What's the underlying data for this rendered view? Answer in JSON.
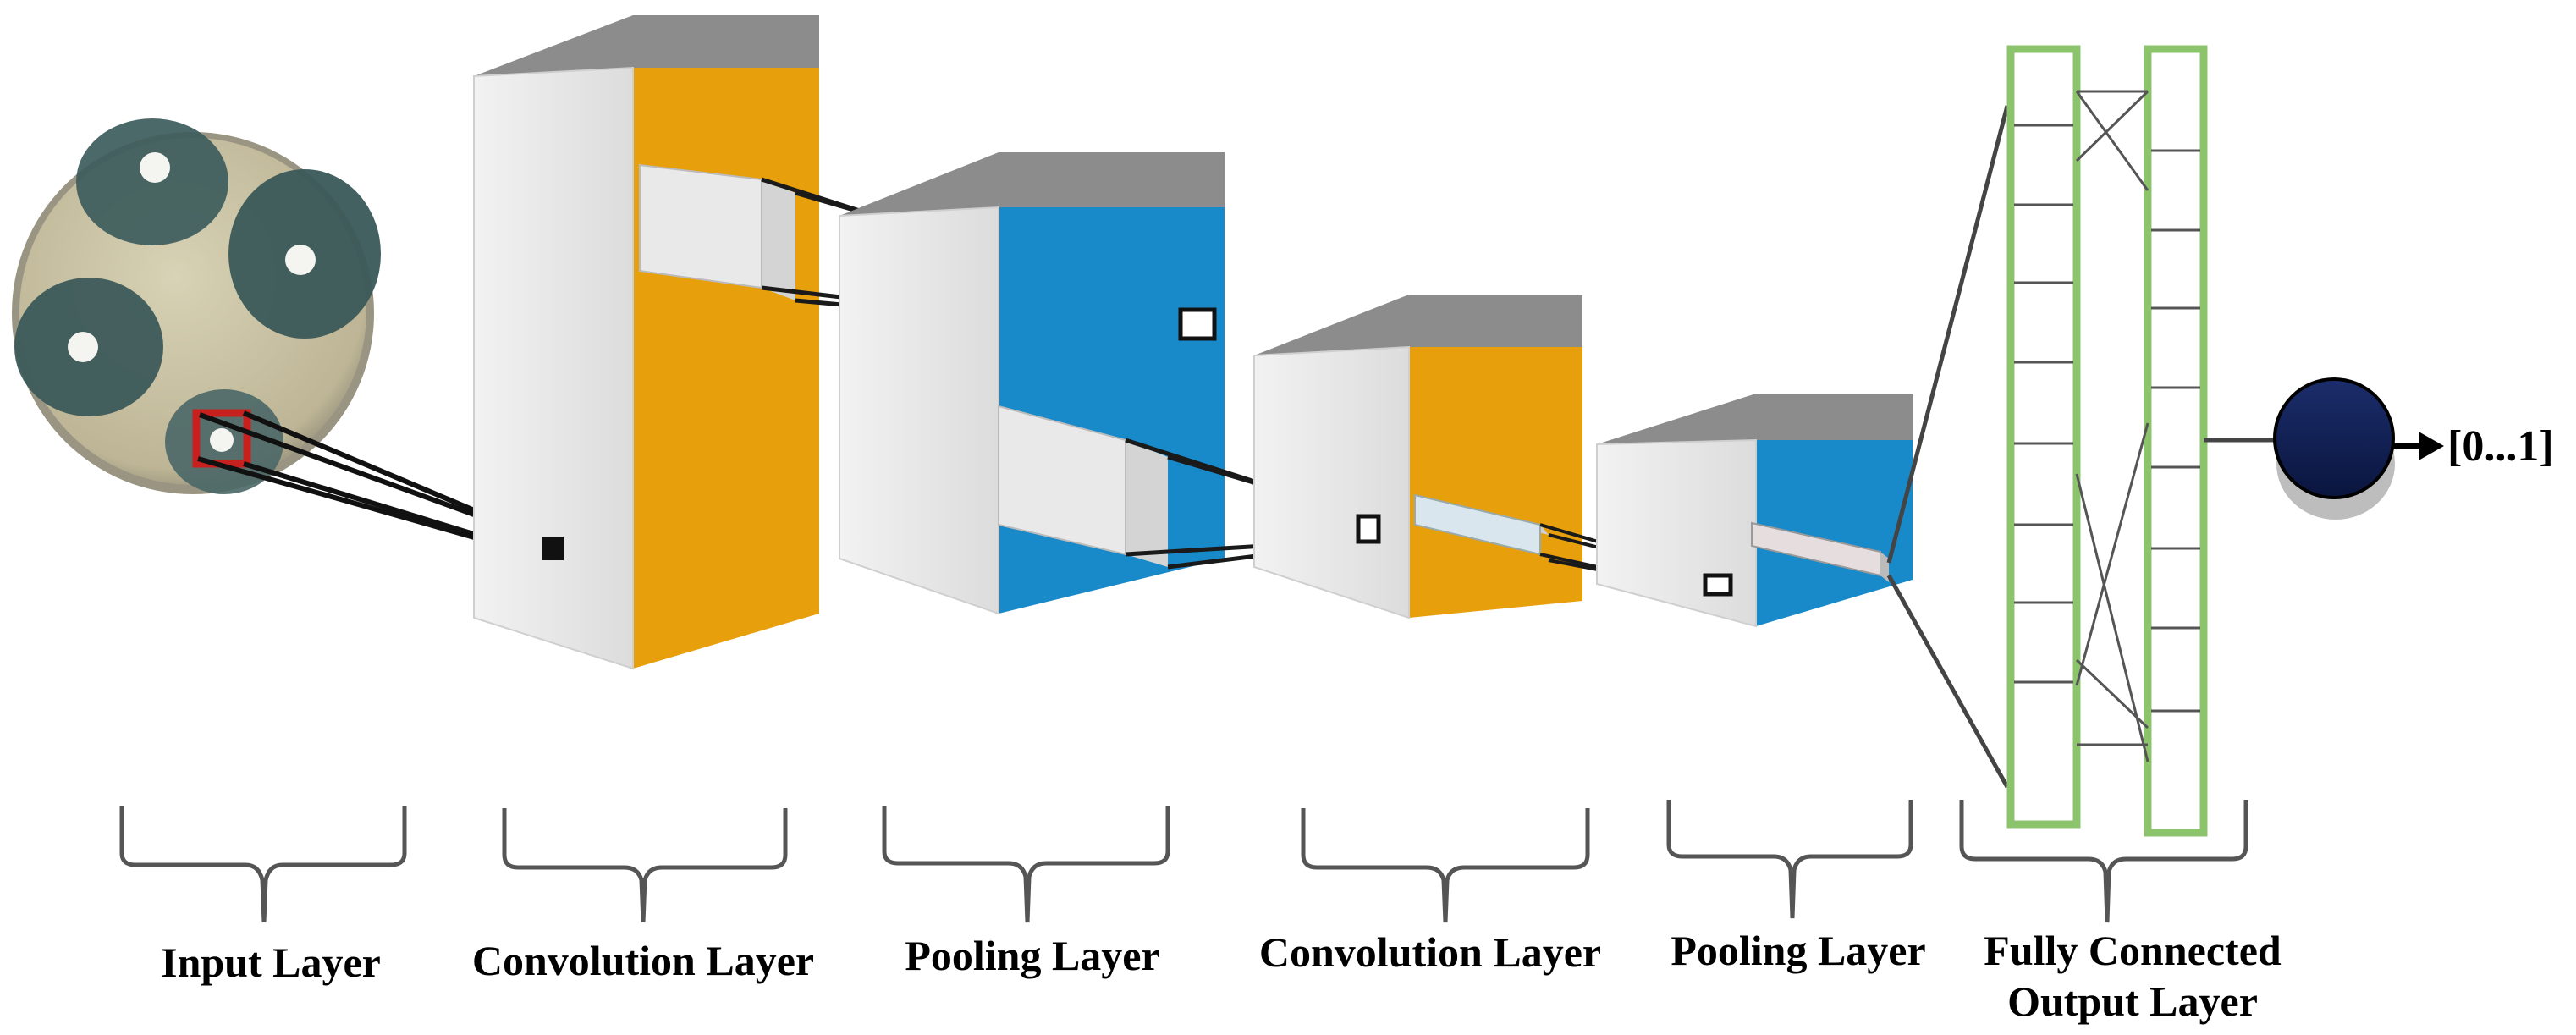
{
  "labels": {
    "input": "Input Layer",
    "conv1": "Convolution Layer",
    "pool1": "Pooling Layer",
    "conv2": "Convolution Layer",
    "pool2": "Pooling Layer",
    "fc_line1": "Fully Connected",
    "fc_line2": "Output Layer"
  },
  "output_range": "[0...1]",
  "colors": {
    "conv_side": "#e89f0c",
    "pool_side": "#1889c9",
    "block_front": "#e6e6e6",
    "block_top": "#8c8c8c",
    "fc_border": "#8cc46c",
    "output_node": "#0e1c4e",
    "petri_agar": "#c8c1a2",
    "inhibition_zone": "#3b5a5a",
    "selection_box": "#c8201e",
    "brace": "#555555"
  },
  "icons": {
    "input_image": "petri-dish-icon",
    "output_node": "output-node-icon",
    "output_arrow": "arrow-right-icon"
  }
}
